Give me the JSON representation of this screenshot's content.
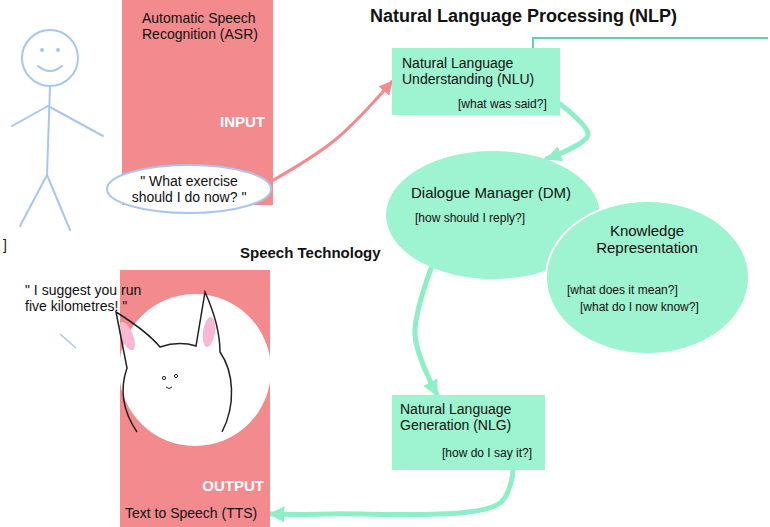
{
  "diagram": {
    "nodes": [
      {
        "text": [
          "Automatic Speech Recognition (ASR)",
          "INPUT"
        ]
      },
      {
        "text": [
          "\" What exercise should I do now? \""
        ]
      },
      {
        "text": [
          "Natural Language Understanding (NLU)",
          "[what was said?]"
        ]
      },
      {
        "text": [
          "Dialogue Manager (DM)",
          "[how should I reply?]"
        ]
      },
      {
        "text": [
          "Knowledge Representation",
          "[what does it mean?]",
          "[what do I now know?]"
        ]
      },
      {
        "text": [
          "Natural Language Generation (NLG)",
          "[how do I say it?]"
        ]
      },
      {
        "text": [
          "OUTPUT",
          "Text to Speech (TTS)"
        ]
      }
    ],
    "edges": [
      {
        "from": 1,
        "to": 2,
        "arrow": "to"
      },
      {
        "from": 2,
        "to": 3,
        "arrow": "to"
      },
      {
        "from": 3,
        "to": 5,
        "arrow": "to"
      },
      {
        "from": 5,
        "to": 6,
        "arrow": "to"
      }
    ],
    "labels": [
      "Natural Language Processing (NLP)",
      "]",
      "Speech Technology",
      "\" I suggest you run five kilometres! \""
    ]
  }
}
